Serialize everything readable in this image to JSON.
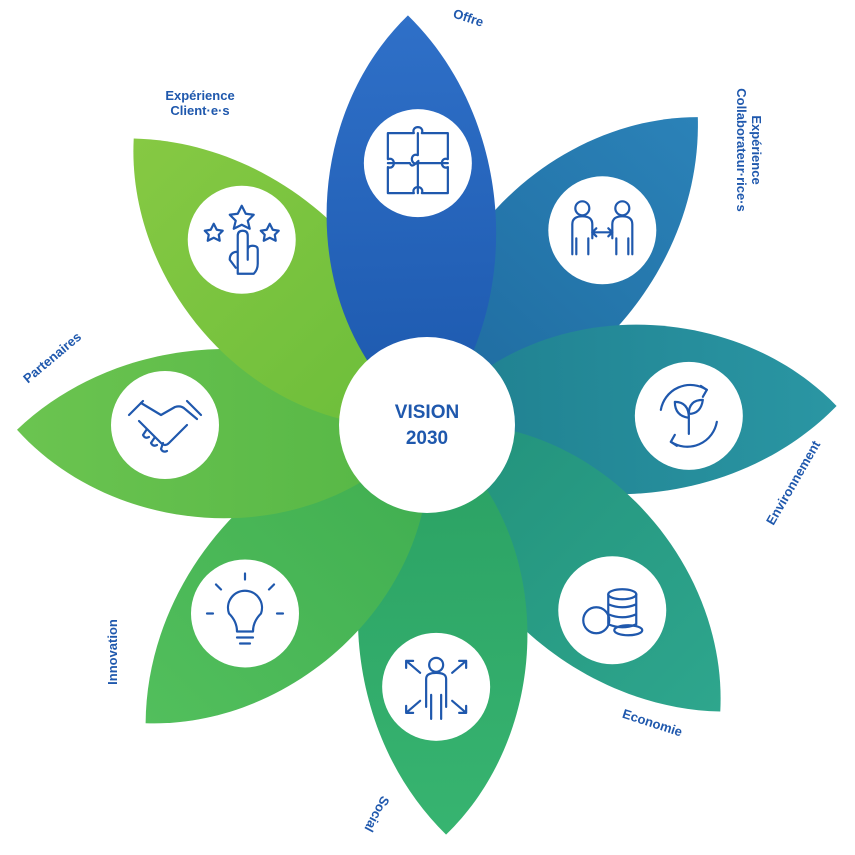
{
  "colors": {
    "label_text": "#1f58ad",
    "icon_stroke": "#1f58ad",
    "center_text": "#1f58ad",
    "circle_fill": "#ffffff"
  },
  "center": {
    "line1": "VISION",
    "line2": "2030"
  },
  "petals": [
    {
      "key": "offre",
      "label_lines": [
        "Offre"
      ],
      "icon": "puzzle-icon",
      "color": "#1c58ad",
      "color_light": "#2f70c8"
    },
    {
      "key": "experience-collaborateurs",
      "label_lines": [
        "Expérience",
        "Collaborateur·rice·s"
      ],
      "icon": "people-exchange-icon",
      "color": "#1e6a9e",
      "color_light": "#2b82b8"
    },
    {
      "key": "environnement",
      "label_lines": [
        "Environnement"
      ],
      "icon": "recycle-plant-icon",
      "color": "#1f7f8f",
      "color_light": "#2a96a3"
    },
    {
      "key": "economie",
      "label_lines": [
        "Economie"
      ],
      "icon": "coins-icon",
      "color": "#22917b",
      "color_light": "#2ea68d"
    },
    {
      "key": "social",
      "label_lines": [
        "Social"
      ],
      "icon": "person-arrows-icon",
      "color": "#2aa063",
      "color_light": "#37b470"
    },
    {
      "key": "innovation",
      "label_lines": [
        "Innovation"
      ],
      "icon": "lightbulb-icon",
      "color": "#3fad50",
      "color_light": "#52bf5c"
    },
    {
      "key": "partenaires",
      "label_lines": [
        "Partenaires"
      ],
      "icon": "handshake-icon",
      "color": "#55b645",
      "color_light": "#6bc450"
    },
    {
      "key": "experience-clients",
      "label_lines": [
        "Expérience",
        "Client·e·s"
      ],
      "icon": "stars-hand-icon",
      "color": "#6bbd3a",
      "color_light": "#86c943"
    }
  ]
}
